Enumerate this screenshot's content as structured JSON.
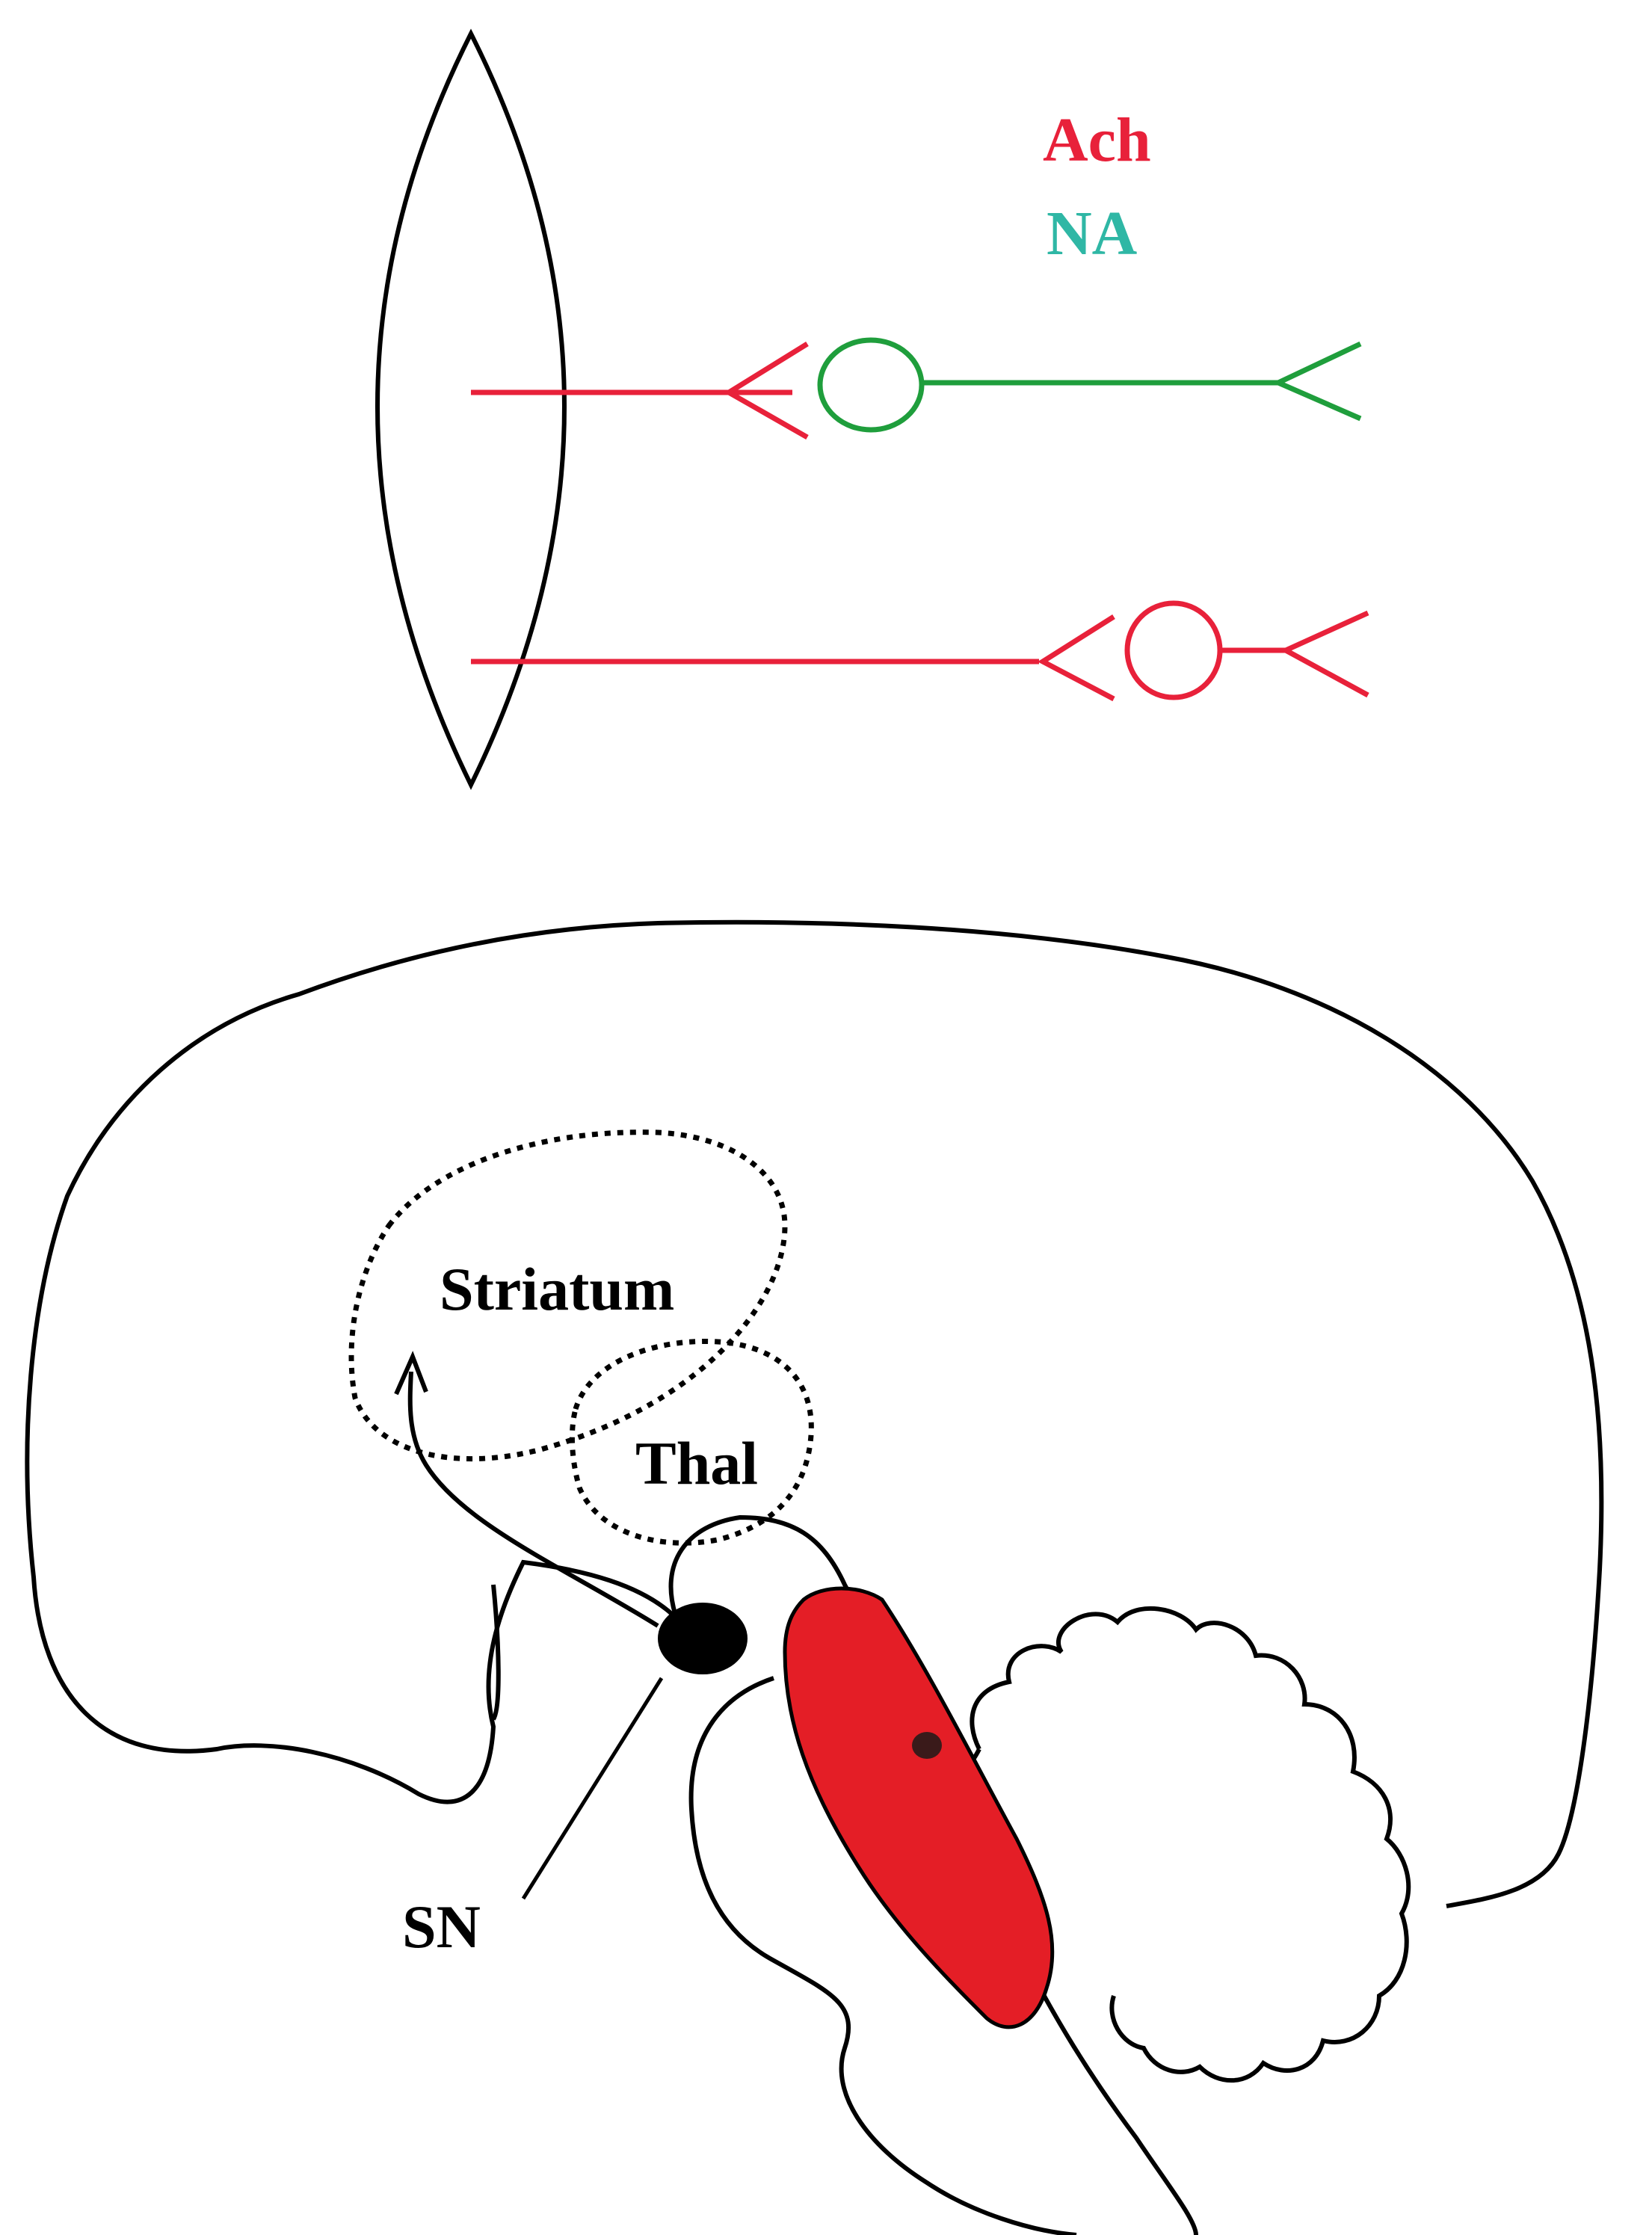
{
  "legend": {
    "ach": {
      "text": "Ach",
      "color": "#e8213a"
    },
    "na": {
      "text": "NA",
      "color": "#2fb7a5"
    }
  },
  "neuron_colors": {
    "ach": "#e8213a",
    "na": "#1f9e3c"
  },
  "region_fill": "#e41e26",
  "labels": {
    "striatum": "Striatum",
    "thalamus": "Thal",
    "sn": "SN"
  }
}
